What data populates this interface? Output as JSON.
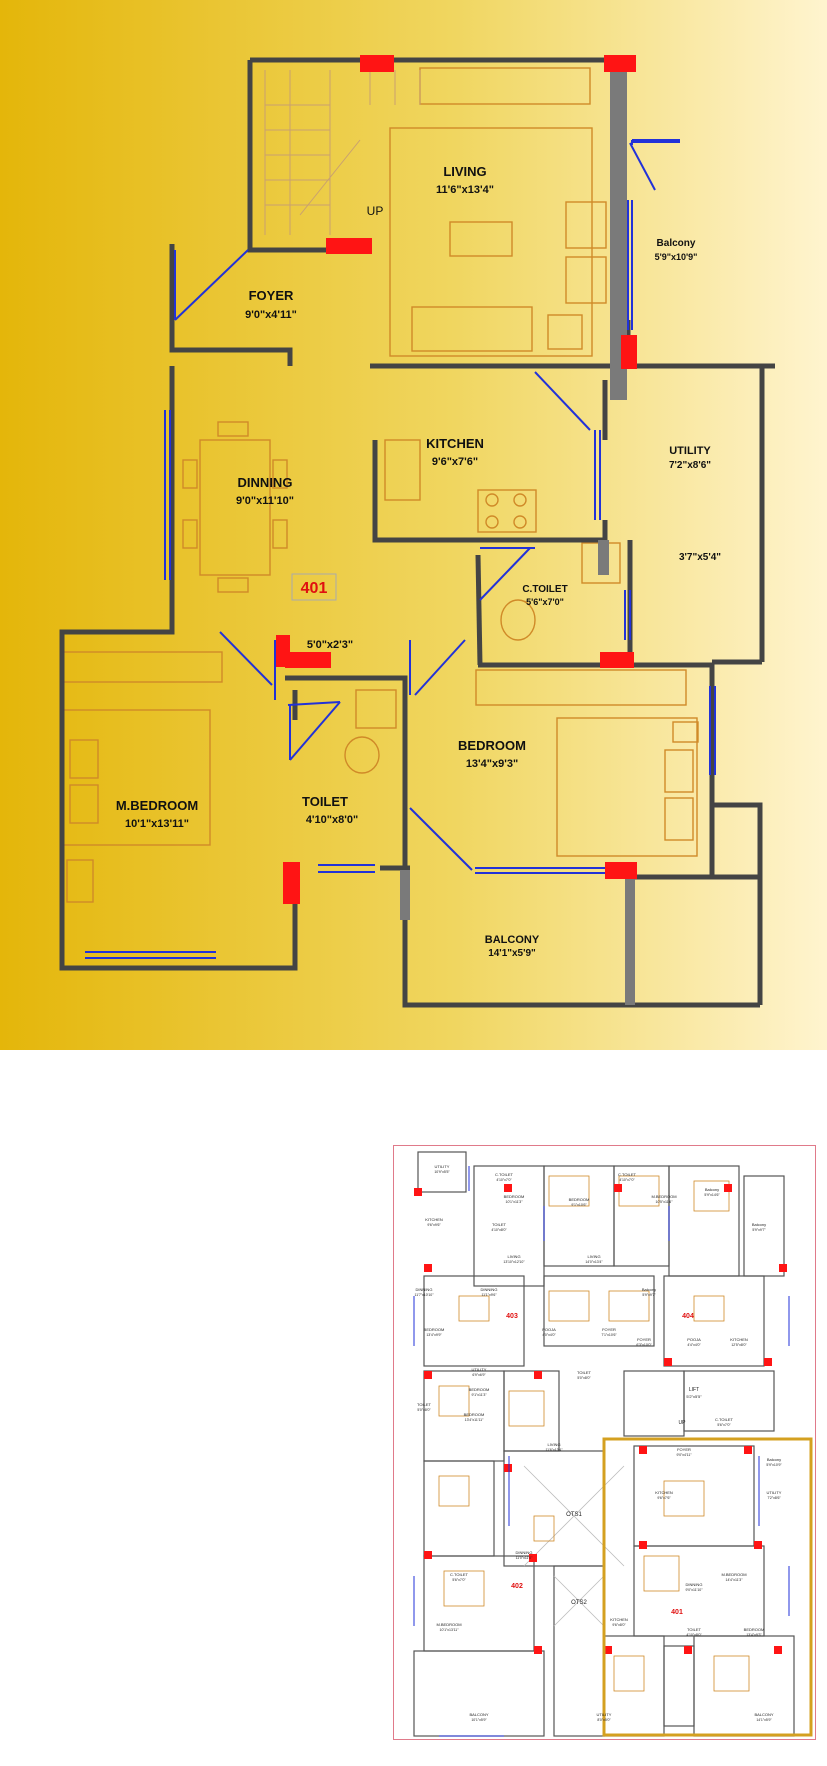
{
  "unit_number": "401",
  "stair_label": "UP",
  "rooms": {
    "living": {
      "name": "LIVING",
      "size": "11'6\"x13'4\""
    },
    "balcony_top": {
      "name": "Balcony",
      "size": "5'9\"x10'9\""
    },
    "foyer": {
      "name": "FOYER",
      "size": "9'0\"x4'11\""
    },
    "kitchen": {
      "name": "KITCHEN",
      "size": "9'6\"x7'6\""
    },
    "utility": {
      "name": "UTILITY",
      "size": "7'2\"x8'6\""
    },
    "utility_small": {
      "size": "3'7\"x5'4\""
    },
    "dinning": {
      "name": "DINNING",
      "size": "9'0\"x11'10\""
    },
    "c_toilet": {
      "name": "C.TOILET",
      "size": "5'6\"x7'0\""
    },
    "passage": {
      "size": "5'0\"x2'3\""
    },
    "m_bedroom": {
      "name": "M.BEDROOM",
      "size": "10'1\"x13'11\""
    },
    "toilet": {
      "name": "TOILET",
      "size": "4'10\"x8'0\""
    },
    "bedroom": {
      "name": "BEDROOM",
      "size": "13'4\"x9'3\""
    },
    "balcony_bottom": {
      "name": "BALCONY",
      "size": "14'1\"x5'9\""
    }
  },
  "key_plan": {
    "units": [
      "401",
      "402",
      "403",
      "404"
    ],
    "shafts": [
      "OTS1",
      "OTS2"
    ],
    "up": "UP",
    "lift": {
      "name": "LIFT",
      "size": "5'2\"x5'5\""
    },
    "labels": [
      {
        "name": "UTILITY",
        "size": "10'9\"x5'5\""
      },
      {
        "name": "C.TOILET",
        "size": "4'10\"x7'0\""
      },
      {
        "name": "BEDROOM",
        "size": "10'1\"x11'3\""
      },
      {
        "name": "BEDROOM",
        "size": "9'1\"x10'6\""
      },
      {
        "name": "C.TOILET",
        "size": "4'10\"x7'0\""
      },
      {
        "name": "M.BEDROOM",
        "size": "10'5\"x11'6\""
      },
      {
        "name": "Balcony",
        "size": "5'9\"x14'6\""
      },
      {
        "name": "KITCHEN",
        "size": "9'6\"x9'6\""
      },
      {
        "name": "TOILET",
        "size": "4'10\"x8'0\""
      },
      {
        "name": "Balcony",
        "size": "5'9\"x9'7\""
      },
      {
        "name": "LIVING",
        "size": "13'10\"x12'10\""
      },
      {
        "name": "LIVING",
        "size": "14'0\"x13'4\""
      },
      {
        "name": "DINNING",
        "size": "11'7\"x10'10\""
      },
      {
        "name": "DINNING",
        "size": "11'1\"x9'6\""
      },
      {
        "name": "Balcony",
        "size": "5'9\"x9'7\""
      },
      {
        "name": "BEDROOM",
        "size": "13'4\"x9'9\""
      },
      {
        "name": "POOJA",
        "size": "4'0\"x4'0\""
      },
      {
        "name": "FOYER",
        "size": "7'1\"x10'6\""
      },
      {
        "name": "FOYER",
        "size": "6'3\"x10'0\""
      },
      {
        "name": "POOJA",
        "size": "4'4\"x4'0\""
      },
      {
        "name": "KITCHEN",
        "size": "12'5\"x8'0\""
      },
      {
        "name": "UTILITY",
        "size": "6'9\"x6'9\""
      },
      {
        "name": "TOILET",
        "size": "5'0\"x8'0\""
      },
      {
        "name": "BEDROOM",
        "size": "9'1\"x11'3\""
      },
      {
        "name": "TOILET",
        "size": "5'0\"x8'0\""
      },
      {
        "name": "BEDROOM",
        "size": "13'4\"x11'11\""
      },
      {
        "name": "C.TOILET",
        "size": "5'6\"x7'0\""
      },
      {
        "name": "LIVING",
        "size": "11'6\"x13'4\""
      },
      {
        "name": "FOYER",
        "size": "9'0\"x4'11\""
      },
      {
        "name": "Balcony",
        "size": "5'9\"x10'9\""
      },
      {
        "name": "KITCHEN",
        "size": "9'6\"x7'6\""
      },
      {
        "name": "UTILITY",
        "size": "7'2\"x8'6\""
      },
      {
        "name": "DINNING",
        "size": "11'0\"x11'0\""
      },
      {
        "name": "DINNING",
        "size": "9'0\"x11'10\""
      },
      {
        "name": "C.TOILET",
        "size": "5'6\"x7'0\""
      },
      {
        "name": "M.BEDROOM",
        "size": "14'4\"x11'3\""
      },
      {
        "name": "KITCHEN",
        "size": "9'6\"x8'0\""
      },
      {
        "name": "M.BEDROOM",
        "size": "10'1\"x13'11\""
      },
      {
        "name": "TOILET",
        "size": "4'10\"x8'0\""
      },
      {
        "name": "BEDROOM",
        "size": "13'4\"x9'3\""
      },
      {
        "name": "BALCONY",
        "size": "10'1\"x5'9\""
      },
      {
        "name": "UTILITY",
        "size": "8'0\"x5'0\""
      },
      {
        "name": "BALCONY",
        "size": "14'1\"x5'9\""
      }
    ]
  }
}
